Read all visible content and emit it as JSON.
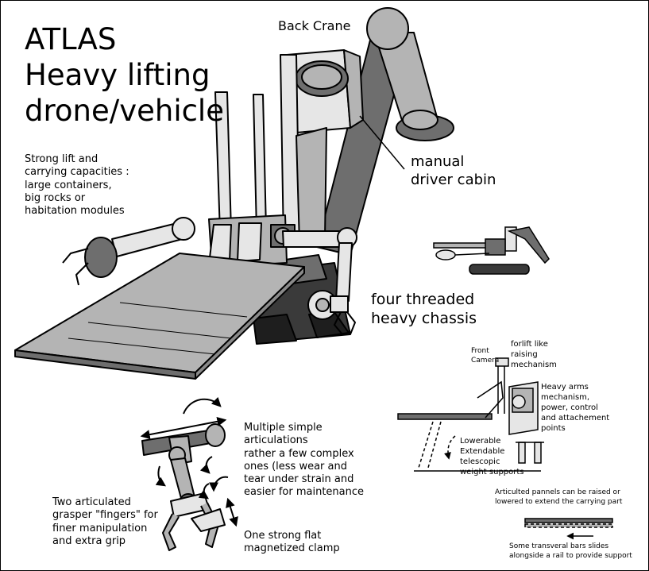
{
  "title": "ATLAS\nHeavy lifting\ndrone/vehicle",
  "description": "Strong lift and\ncarrying capacities :\nlarge containers,\nbig rocks or\nhabitation modules",
  "labels": {
    "back_crane": "Back Crane",
    "driver_cabin": "manual\ndriver cabin",
    "chassis": "four threaded\nheavy chassis",
    "articulations": "Multiple simple\narticulations\nrather a few complex\nones (less wear and\ntear under strain and\neasier for maintenance",
    "grasper": "Two articulated\ngrasper \"fingers\" for\nfiner manipulation\nand extra grip",
    "clamp": "One strong flat\nmagnetized clamp",
    "front_camera": "Front\nCamera",
    "forklift": "forlift like\nraising\nmechanism",
    "heavy_arms": "Heavy arms\nmechanism,\npower, control\nand attachement\npoints",
    "supports": "Lowerable\nExtendable\ntelescopic\nweight supports",
    "pannels": "Articulted pannels can be raised or\nlowered to extend the carrying part",
    "bars": "Some transveral bars slides\nalongside a rail to provide support"
  },
  "colors": {
    "outline": "#000000",
    "light_gray": "#e6e6e6",
    "mid_gray": "#b4b4b4",
    "dark_gray": "#6e6e6e",
    "very_dark": "#3a3a3a"
  }
}
